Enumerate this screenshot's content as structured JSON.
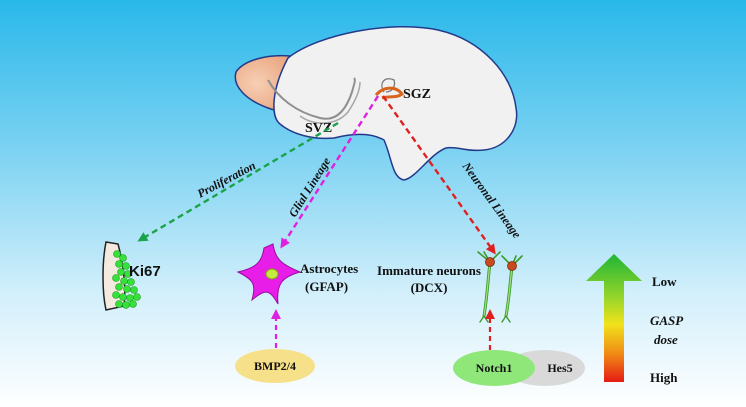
{
  "regions": {
    "svz": "SVZ",
    "sgz": "SGZ"
  },
  "pathways": {
    "proliferation": "Proliferation",
    "glial": "Glial Lineage",
    "neuronal": "Neuronal Lineage"
  },
  "markers": {
    "ki67": "Ki67",
    "astrocytes_line1": "Astrocytes",
    "astrocytes_line2": "(GFAP)",
    "immature_line1": "Immature neurons",
    "immature_line2": "(DCX)"
  },
  "regulators": {
    "bmp": "BMP2/4",
    "notch1": "Notch1",
    "hes5": "Hes5"
  },
  "scale": {
    "low": "Low",
    "gasp": "GASP",
    "dose": "dose",
    "high": "High"
  },
  "colors": {
    "proliferation_arrow": "#1aa34a",
    "glial_arrow": "#e020e0",
    "neuronal_arrow": "#e02020",
    "astrocyte": "#e81ee8",
    "bmp_ellipse": "#f7e08a",
    "notch_ellipse": "#8fe77a",
    "hes_ellipse": "#d9d9d9"
  }
}
